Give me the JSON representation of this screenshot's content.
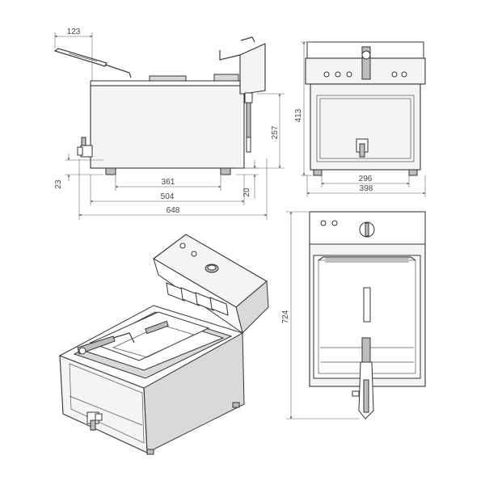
{
  "dimensions": {
    "side_handle_offset": "123",
    "side_leg_height": "23",
    "side_inner_length": "361",
    "side_foot_gap": "20",
    "side_body_length": "504",
    "side_total_length": "648",
    "side_control_height": "257",
    "front_total_height": "413",
    "front_inner_width": "296",
    "front_total_width": "398",
    "top_total_depth": "724"
  },
  "colors": {
    "line": "#3a3a3a",
    "dimension": "#666666",
    "body_fill": "#f4f4f4",
    "shadow_fill": "#bdbdbd"
  }
}
